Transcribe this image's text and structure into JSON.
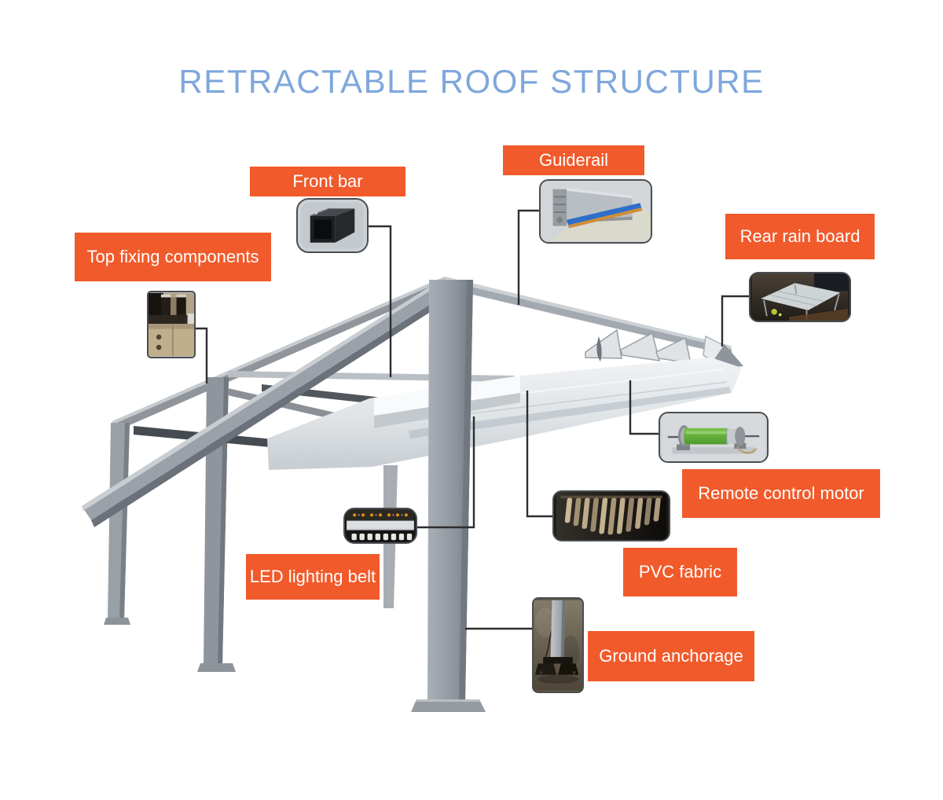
{
  "title": {
    "text": "RETRACTABLE ROOF STRUCTURE"
  },
  "colors": {
    "title_blue": "#7FA7DC",
    "label_orange": "#F15A2B",
    "label_text": "#FFFFFF",
    "leader_line": "#2E2E2E",
    "structure_gray": "#9AA1A8",
    "canopy_light": "#E9ECEF",
    "motor_green": "#5FAE3C",
    "guiderail_blue": "#2E6ECB",
    "led_amber": "#DF8D10"
  },
  "callouts": [
    {
      "id": "front-bar",
      "label": "Front bar",
      "photo": "front-bar-profile-photo"
    },
    {
      "id": "guiderail",
      "label": "Guiderail",
      "photo": "guiderail-profile-photo"
    },
    {
      "id": "top-fixing-components",
      "label": "Top fixing components",
      "photo": "top-fixing-components-photo"
    },
    {
      "id": "rear-rain-board",
      "label": "Rear rain board",
      "photo": "rear-rain-board-photo"
    },
    {
      "id": "remote-control-motor",
      "label": "Remote control motor",
      "photo": "remote-control-motor-photo"
    },
    {
      "id": "pvc-fabric",
      "label": "PVC fabric",
      "photo": "pvc-fabric-photo"
    },
    {
      "id": "led-lighting-belt",
      "label": "LED lighting belt",
      "photo": "led-lighting-belt-photo"
    },
    {
      "id": "ground-anchorage",
      "label": "Ground anchorage",
      "photo": "ground-anchorage-photo"
    }
  ]
}
